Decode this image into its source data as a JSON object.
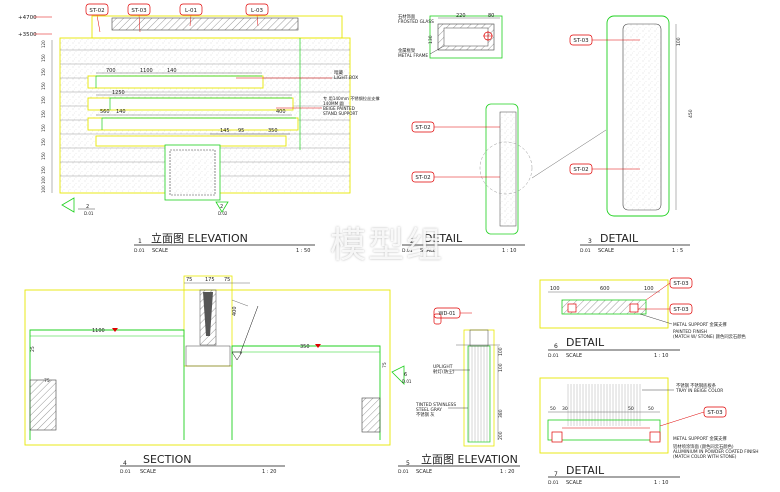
{
  "colors": {
    "yellow": "#e8e800",
    "green": "#1fd11f",
    "red": "#e00000",
    "black": "#111111",
    "gray": "#888888",
    "magenta": "#cc00cc"
  },
  "tags": {
    "st02": "ST-02",
    "st03": "ST-03",
    "l01": "L-01",
    "l03": "L-03",
    "wd01": "WD-01"
  },
  "levels": {
    "top": "+4700",
    "second": "+3500"
  },
  "elev1": {
    "dims": [
      "700",
      "1100",
      "140",
      "1250",
      "560",
      "140",
      "400",
      "145",
      "95",
      "350"
    ],
    "note_light": [
      "暗藏",
      "LIGHT BOX"
    ],
    "note_stand": [
      "专 用140mm 不锈钢拉丝支撑",
      "140MM 圆",
      "BEIGE PAINTED",
      "STAND SUPPORT"
    ],
    "section_marks": [
      "2",
      "D.01",
      "2",
      "D.02"
    ],
    "left_dims": [
      "120",
      "150",
      "150",
      "150",
      "150",
      "150",
      "150",
      "150",
      "150",
      "150",
      "100",
      "100"
    ],
    "title_num": "1",
    "title_sheet": "D.01",
    "title": "立面图 ELEVATION",
    "scale_label": "SCALE",
    "scale": "1 : 50"
  },
  "detail2": {
    "dims": [
      "220",
      "80",
      "130"
    ],
    "note1": [
      "石材饰面",
      "FROSTED GLASS"
    ],
    "note2": [
      "金属框架",
      "METAL FRAME"
    ],
    "title_num": "2",
    "title_sheet": "D.01",
    "title": "DETAIL",
    "scale_label": "SCALE",
    "scale": "1 : 10"
  },
  "detail3": {
    "dims": [
      "100",
      "450"
    ],
    "title_num": "3",
    "title_sheet": "D.01",
    "title": "DETAIL",
    "scale_label": "SCALE",
    "scale": "1 : 5"
  },
  "section4": {
    "dims": [
      "75",
      "175",
      "75",
      "400",
      "1100",
      "350",
      "75",
      "25",
      "75"
    ],
    "title_num": "4",
    "title_sheet": "D.01",
    "title": "SECTION",
    "scale_label": "SCALE",
    "scale": "1 : 20"
  },
  "elev5": {
    "note_uplight": [
      "UPLIGHT",
      "射灯(防尘)"
    ],
    "note_steel": [
      "TINTED STAINLESS",
      "STEEL GRAY",
      "不锈钢 灰"
    ],
    "dims": [
      "100",
      "100",
      "380",
      "200"
    ],
    "marks": [
      "6",
      "D.01"
    ],
    "title_num": "5",
    "title_sheet": "D.01",
    "title": "立面图 ELEVATION",
    "scale_label": "SCALE",
    "scale": "1 : 20"
  },
  "detail6": {
    "dims": [
      "100",
      "600",
      "100"
    ],
    "note_support": "METAL SUPPORT 金属支撑",
    "note_painted": [
      "PAINTED FINISH",
      "(MATCH W/ STONE) 颜色同云石颜色"
    ],
    "title_num": "6",
    "title_sheet": "D.01",
    "title": "DETAIL",
    "scale_label": "SCALE",
    "scale": "1 : 10"
  },
  "detail7": {
    "dims": [
      "50",
      "30",
      "50",
      "50"
    ],
    "note_stainless": [
      "不锈钢 不锈钢底板条",
      "TRAY IN BEIGE COLOR"
    ],
    "note_support": "METAL SUPPORT 金属支撑",
    "note_alu": [
      "铝材喷涂饰面 (颜色同云石颜色)",
      "ALUMINIUM IN POWDER COATED FINISH",
      "(MATCH COLOR WITH STONE)"
    ],
    "title_num": "7",
    "title_sheet": "D.01",
    "title": "DETAIL",
    "scale_label": "SCALE",
    "scale": "1 : 10"
  },
  "watermark": "模型组"
}
